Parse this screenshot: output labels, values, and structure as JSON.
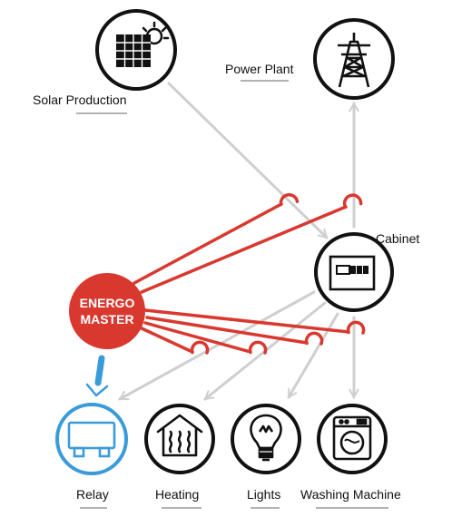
{
  "nodes": {
    "solar": {
      "label": "Solar Production"
    },
    "power_plant": {
      "label": "Power Plant"
    },
    "cabinet": {
      "label": "Cabinet"
    },
    "hub": {
      "line1": "ENERGO",
      "line2": "MASTER"
    },
    "relay": {
      "label": "Relay"
    },
    "heating": {
      "label": "Heating"
    },
    "lights": {
      "label": "Lights"
    },
    "washing": {
      "label": "Washing Machine"
    }
  },
  "colors": {
    "hub_red": "#d9382f",
    "link_red": "#d9382f",
    "flow_grey": "#cfcfcf",
    "relay_blue": "#3a9bd9",
    "outline": "#111111"
  }
}
